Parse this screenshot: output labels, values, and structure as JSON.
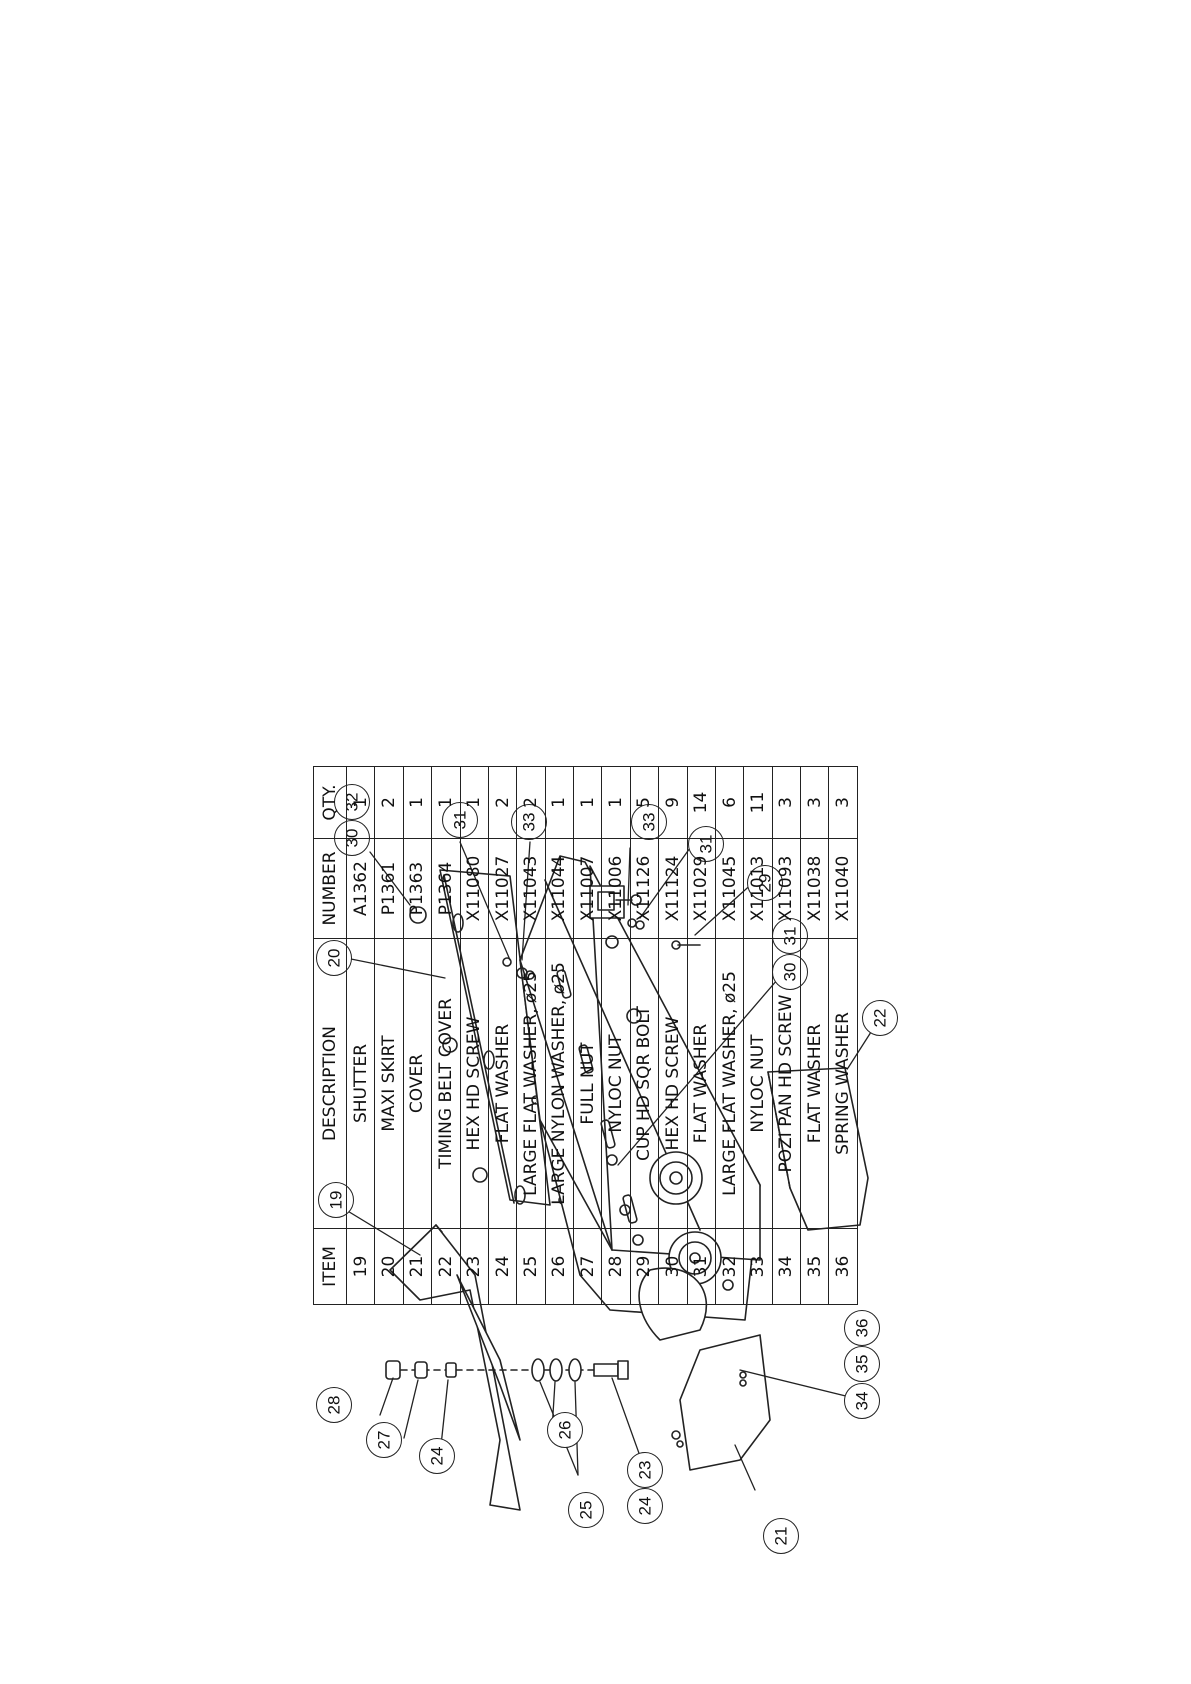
{
  "parts_list": {
    "headers": {
      "item": "ITEM",
      "description": "DESCRIPTION",
      "number": "NUMBER",
      "qty": "QTY."
    },
    "rows": [
      {
        "item": "19",
        "description": "SHUTTER",
        "number": "A1362",
        "qty": "1"
      },
      {
        "item": "20",
        "description": "MAXI SKIRT",
        "number": "P1361",
        "qty": "2"
      },
      {
        "item": "21",
        "description": "COVER",
        "number": "P1363",
        "qty": "1"
      },
      {
        "item": "22",
        "description": "TIMING BELT COVER",
        "number": "P1364",
        "qty": "1"
      },
      {
        "item": "23",
        "description": "HEX HD SCREW",
        "number": "X11080",
        "qty": "1"
      },
      {
        "item": "24",
        "description": "FLAT WASHER",
        "number": "X11027",
        "qty": "2"
      },
      {
        "item": "25",
        "description": "LARGE FLAT WASHER, ø25",
        "number": "X11043",
        "qty": "2"
      },
      {
        "item": "26",
        "description": "LARGE NYLON WASHER, ø25",
        "number": "X11044",
        "qty": "1"
      },
      {
        "item": "27",
        "description": "FULL NUT",
        "number": "X11007",
        "qty": "1"
      },
      {
        "item": "28",
        "description": "NYLOC NUT",
        "number": "X11006",
        "qty": "1"
      },
      {
        "item": "29",
        "description": "CUP HD SQR BOLT",
        "number": "X11126",
        "qty": "5"
      },
      {
        "item": "30",
        "description": "HEX HD SCREW",
        "number": "X11124",
        "qty": "9"
      },
      {
        "item": "31",
        "description": "FLAT WASHER",
        "number": "X11029",
        "qty": "14"
      },
      {
        "item": "32",
        "description": "LARGE FLAT WASHER, ø25",
        "number": "X11045",
        "qty": "6"
      },
      {
        "item": "33",
        "description": "NYLOC NUT",
        "number": "X11013",
        "qty": "11"
      },
      {
        "item": "34",
        "description": "POZI PAN HD SCREW",
        "number": "X11093",
        "qty": "3"
      },
      {
        "item": "35",
        "description": "FLAT WASHER",
        "number": "X11038",
        "qty": "3"
      },
      {
        "item": "36",
        "description": "SPRING WASHER",
        "number": "X11040",
        "qty": "3"
      }
    ]
  },
  "callouts": [
    {
      "id": "b30a",
      "label": "30"
    },
    {
      "id": "b32a",
      "label": "32"
    },
    {
      "id": "b31a",
      "label": "31"
    },
    {
      "id": "b33a",
      "label": "33"
    },
    {
      "id": "b33b",
      "label": "33"
    },
    {
      "id": "b31b",
      "label": "31"
    },
    {
      "id": "b29",
      "label": "29"
    },
    {
      "id": "b20",
      "label": "20"
    },
    {
      "id": "b30b",
      "label": "30"
    },
    {
      "id": "b31c",
      "label": "31"
    },
    {
      "id": "b22",
      "label": "22"
    },
    {
      "id": "b19",
      "label": "19"
    },
    {
      "id": "b34",
      "label": "34"
    },
    {
      "id": "b35",
      "label": "35"
    },
    {
      "id": "b36",
      "label": "36"
    },
    {
      "id": "b28",
      "label": "28"
    },
    {
      "id": "b27",
      "label": "27"
    },
    {
      "id": "b24a",
      "label": "24"
    },
    {
      "id": "b26",
      "label": "26"
    },
    {
      "id": "b25",
      "label": "25"
    },
    {
      "id": "b24b",
      "label": "24"
    },
    {
      "id": "b23",
      "label": "23"
    },
    {
      "id": "b21",
      "label": "21"
    }
  ]
}
